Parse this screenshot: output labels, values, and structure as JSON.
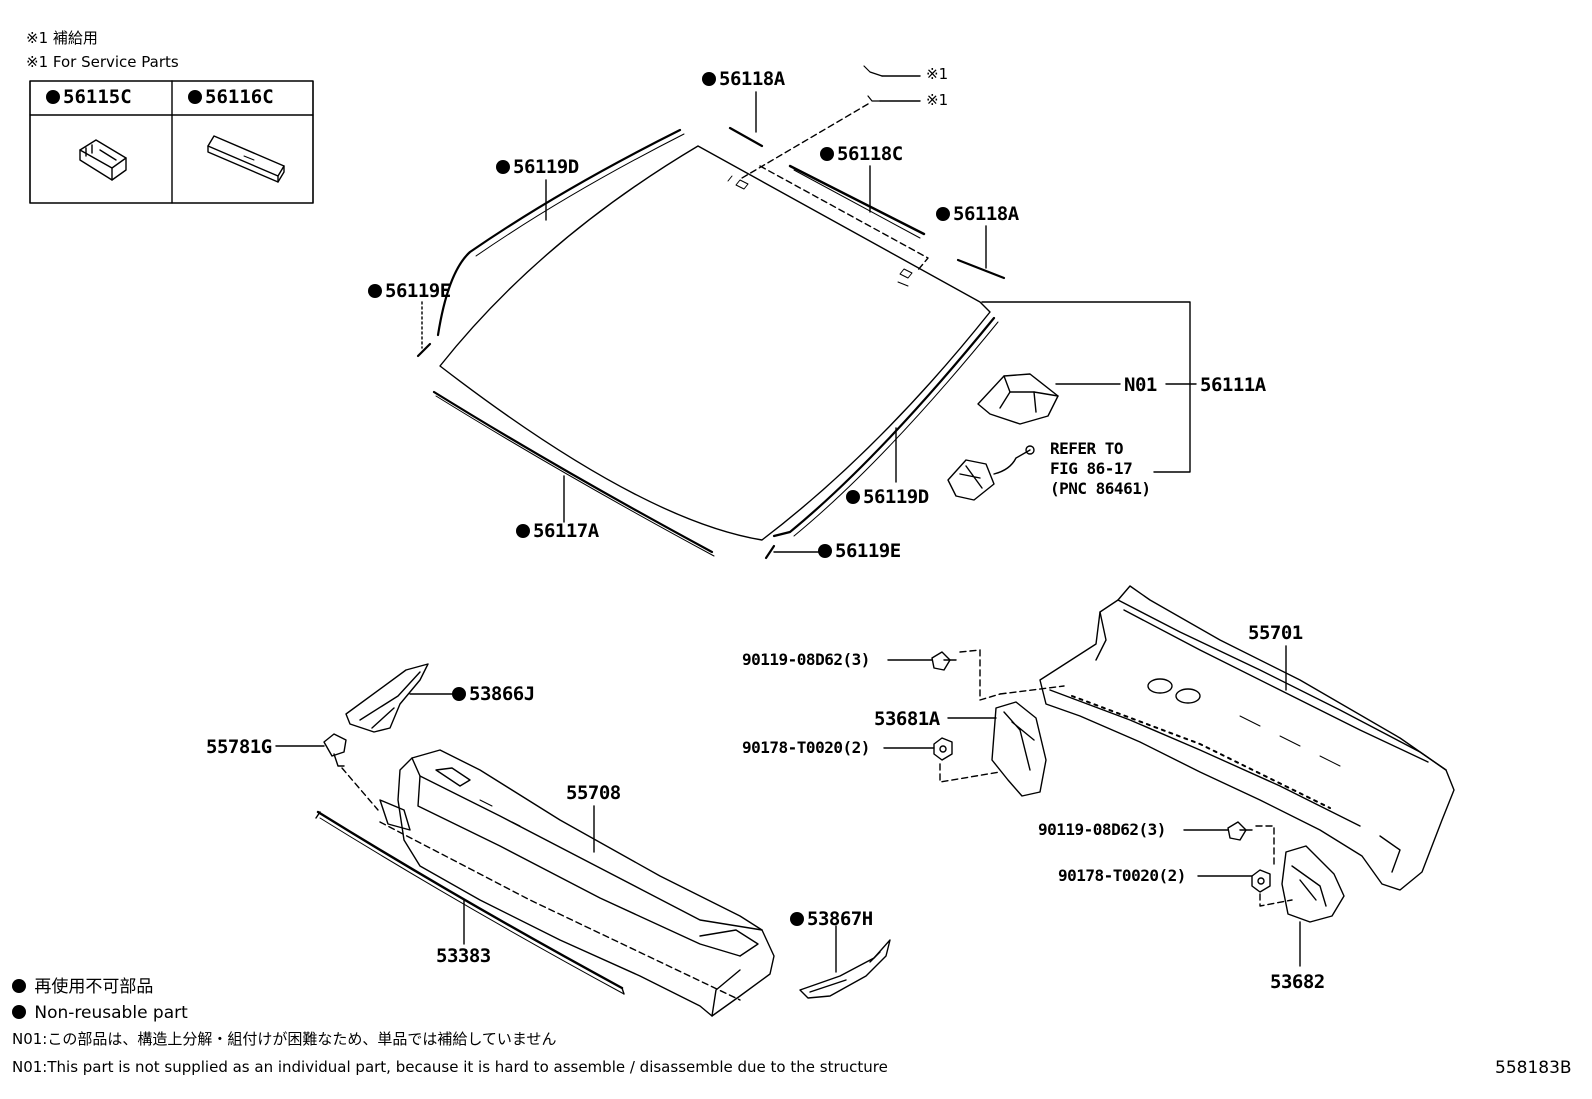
{
  "service_note": {
    "jp": "※1 補給用",
    "en": "※1 For Service Parts",
    "mark": "※1"
  },
  "service_table": {
    "headers": [
      "56115C",
      "56116C"
    ]
  },
  "labels": {
    "p56118A_top": "56118A",
    "p56119D_left": "56119D",
    "p56118C": "56118C",
    "p56118A_right": "56118A",
    "p56119E_left": "56119E",
    "n01": "N01",
    "p56111A": "56111A",
    "refer_line1": "REFER TO",
    "refer_line2": "FIG 86-17",
    "refer_line3": "(PNC 86461)",
    "p56119D_right": "56119D",
    "p56117A": "56117A",
    "p56119E_right": "56119E",
    "p55701": "55701",
    "p90119_top": "90119-08D62(3)",
    "p53866J": "53866J",
    "p53681A": "53681A",
    "p55781G": "55781G",
    "p90178_top": "90178-T0020(2)",
    "p55708": "55708",
    "p90119_bottom": "90119-08D62(3)",
    "p90178_bottom": "90178-T0020(2)",
    "p53867H": "53867H",
    "p53383": "53383",
    "p53682": "53682"
  },
  "legend": {
    "jp": "再使用不可部品",
    "en": "Non-reusable part",
    "n01_jp": "N01:この部品は、構造上分解・組付けが困難なため、単品では補給していません",
    "n01_en": "N01:This part is not supplied as an individual part, because it is hard to assemble / disassemble due to the structure"
  },
  "figure_id": "558183B"
}
